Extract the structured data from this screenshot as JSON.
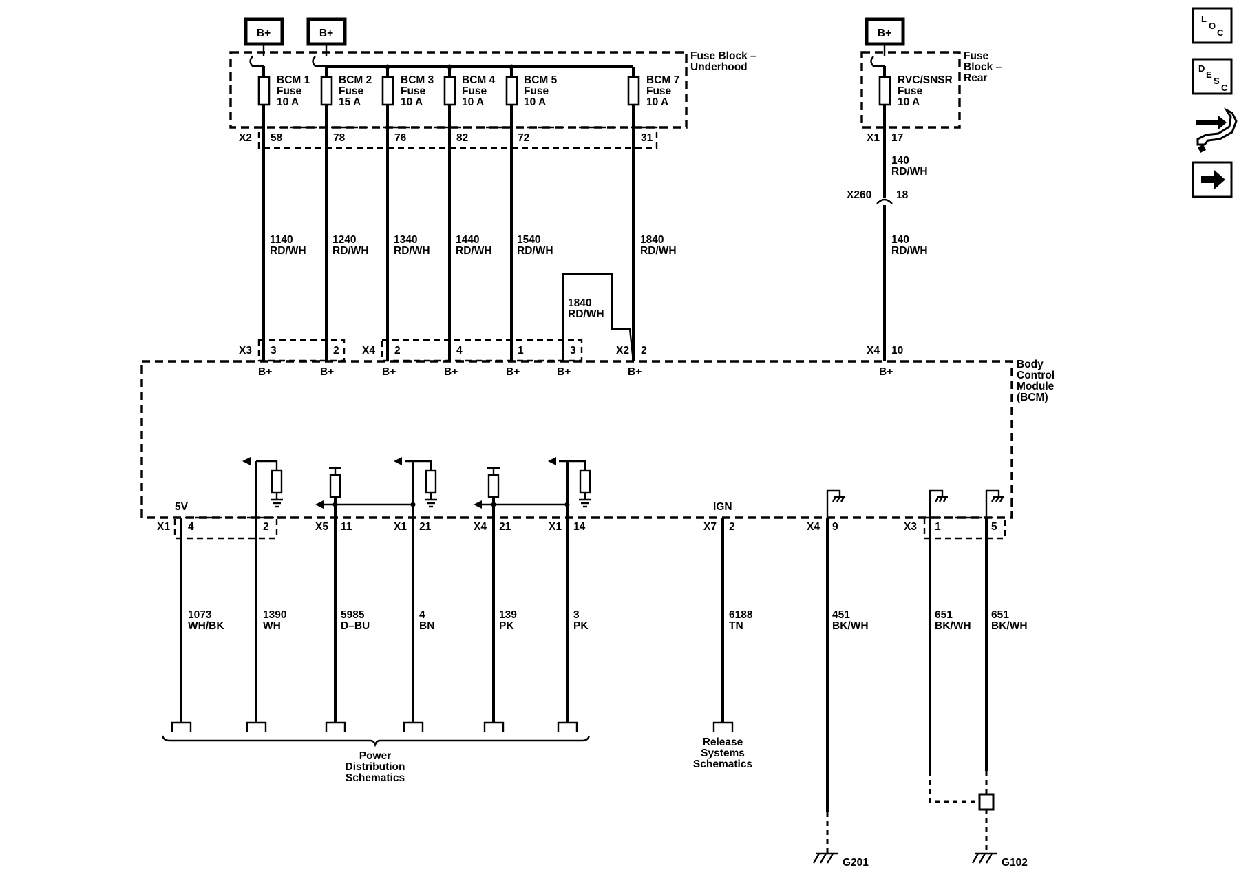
{
  "power_boxes": [
    {
      "label": "B+"
    },
    {
      "label": "B+"
    },
    {
      "label": "B+"
    }
  ],
  "fuse_blocks": {
    "underhood": {
      "line1": "Fuse Block –",
      "line2": "Underhood"
    },
    "rear": {
      "line1": "Fuse",
      "line2": "Block –",
      "line3": "Rear"
    }
  },
  "fuses": [
    {
      "name": "BCM 1",
      "type": "Fuse",
      "rating": "10 A",
      "cavity": "58"
    },
    {
      "name": "BCM 2",
      "type": "Fuse",
      "rating": "15 A",
      "cavity": "78"
    },
    {
      "name": "BCM 3",
      "type": "Fuse",
      "rating": "10 A",
      "cavity": "76"
    },
    {
      "name": "BCM 4",
      "type": "Fuse",
      "rating": "10 A",
      "cavity": "82"
    },
    {
      "name": "BCM 5",
      "type": "Fuse",
      "rating": "10 A",
      "cavity": "72"
    },
    {
      "name": "BCM 7",
      "type": "Fuse",
      "rating": "10 A",
      "cavity": "31"
    },
    {
      "name": "RVC/SNSR",
      "type": "Fuse",
      "rating": "10 A",
      "cavity": "17"
    }
  ],
  "connectors": {
    "fuse_x2": "X2",
    "rear_x1": "X1",
    "x260": "X260",
    "x260_pin": "18",
    "bcm_x3": "X3",
    "bcm_x4": "X4",
    "bcm_x2": "X2",
    "bcm_x4b": "X4"
  },
  "power_wires": [
    {
      "circuit": "1140",
      "color": "RD/WH"
    },
    {
      "circuit": "1240",
      "color": "RD/WH"
    },
    {
      "circuit": "1340",
      "color": "RD/WH"
    },
    {
      "circuit": "1440",
      "color": "RD/WH"
    },
    {
      "circuit": "1540",
      "color": "RD/WH"
    },
    {
      "circuit": "1840",
      "color": "RD/WH"
    },
    {
      "circuit": "1840",
      "color": "RD/WH"
    },
    {
      "circuit": "140",
      "color": "RD/WH"
    },
    {
      "circuit": "140",
      "color": "RD/WH"
    }
  ],
  "bcm_top_pins": [
    "3",
    "2",
    "2",
    "4",
    "1",
    "3",
    "2",
    "10"
  ],
  "bcm_inputs": [
    "B+",
    "B+",
    "B+",
    "B+",
    "B+",
    "B+",
    "B+",
    "B+"
  ],
  "bcm": {
    "line1": "Body",
    "line2": "Control",
    "line3": "Module",
    "line4": "(BCM)"
  },
  "bottom_labels": {
    "v5": "5V",
    "ign": "IGN"
  },
  "bottom_connectors": [
    {
      "conn": "X1",
      "pin": "4"
    },
    {
      "conn": "",
      "pin": "2"
    },
    {
      "conn": "X5",
      "pin": "11"
    },
    {
      "conn": "X1",
      "pin": "21"
    },
    {
      "conn": "X4",
      "pin": "21"
    },
    {
      "conn": "X1",
      "pin": "14"
    },
    {
      "conn": "X7",
      "pin": "2"
    },
    {
      "conn": "X4",
      "pin": "9"
    },
    {
      "conn": "X3",
      "pin": "1"
    },
    {
      "conn": "",
      "pin": "5"
    }
  ],
  "bottom_wires": [
    {
      "circuit": "1073",
      "color": "WH/BK"
    },
    {
      "circuit": "1390",
      "color": "WH"
    },
    {
      "circuit": "5985",
      "color": "D–BU"
    },
    {
      "circuit": "4",
      "color": "BN"
    },
    {
      "circuit": "139",
      "color": "PK"
    },
    {
      "circuit": "3",
      "color": "PK"
    },
    {
      "circuit": "6188",
      "color": "TN"
    },
    {
      "circuit": "451",
      "color": "BK/WH"
    },
    {
      "circuit": "651",
      "color": "BK/WH"
    },
    {
      "circuit": "651",
      "color": "BK/WH"
    }
  ],
  "references": {
    "power": {
      "line1": "Power",
      "line2": "Distribution",
      "line3": "Schematics"
    },
    "release": {
      "line1": "Release",
      "line2": "Systems",
      "line3": "Schematics"
    }
  },
  "grounds": {
    "g201": "G201",
    "g102": "G102"
  },
  "nav_icons": [
    {
      "top": "L",
      "mid": "O",
      "bot": "C",
      "icon": "location-icon"
    },
    {
      "top": "D",
      "mid": "E",
      "bot": "S",
      "tail": "C",
      "icon": "description-icon"
    },
    {
      "icon": "connector-handshake-icon"
    },
    {
      "icon": "next-arrow-icon"
    }
  ]
}
